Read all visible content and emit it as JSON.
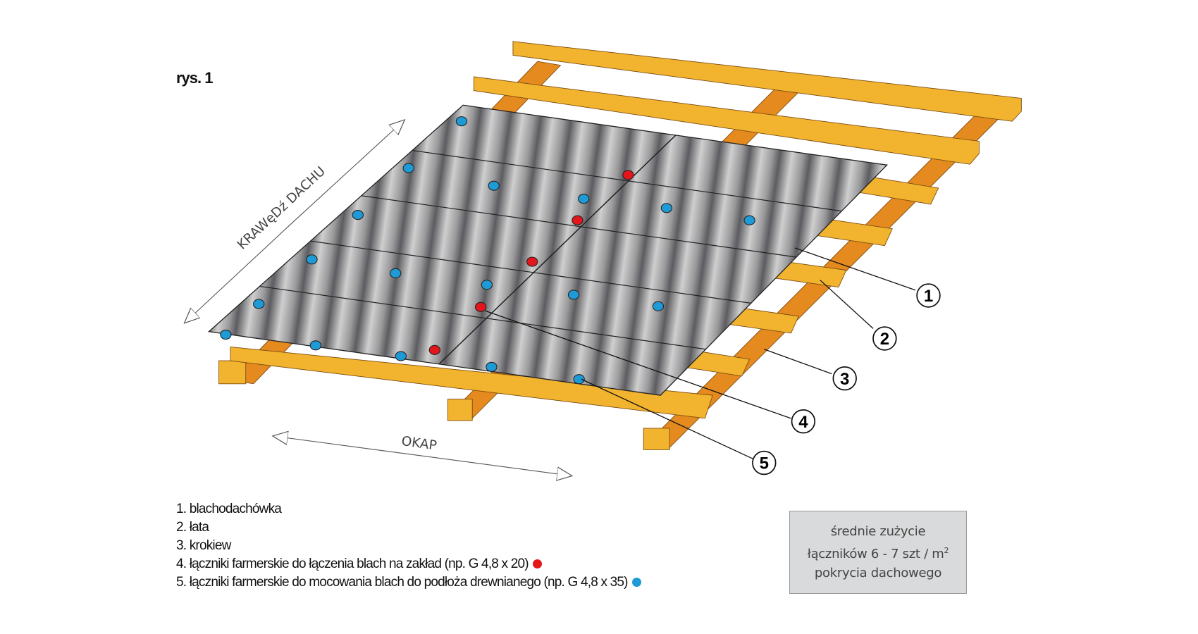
{
  "figure_label": "rys. 1",
  "dimension_labels": {
    "roof_edge": "KRAWęDź DACHU",
    "eaves": "OKAP"
  },
  "callouts": [
    "1",
    "2",
    "3",
    "4",
    "5"
  ],
  "legend": [
    {
      "text": "1. blachodachówka"
    },
    {
      "text": "2. łata"
    },
    {
      "text": "3. krokiew"
    },
    {
      "text": "4. łączniki farmerskie do łączenia blach na zakład (np. G 4,8 x 20)",
      "marker_color": "#e3161b"
    },
    {
      "text": "5. łączniki farmerskie do mocowania blach do podłoża drewnianego (np. G 4,8 x 35)",
      "marker_color": "#1e9ad6"
    }
  ],
  "info_box": {
    "line1": "średnie zużycie",
    "line2": "łączników  6 - 7 szt / m",
    "line2_sup": "2",
    "line3": "pokrycia dachowego"
  },
  "colors": {
    "wood": "#f2b32e",
    "wood_dark": "#e48a1e",
    "sheet_light": "#c8c8c8",
    "sheet_dark": "#5f5f62",
    "red_fastener": "#e3161b",
    "blue_fastener": "#1e9ad6"
  }
}
